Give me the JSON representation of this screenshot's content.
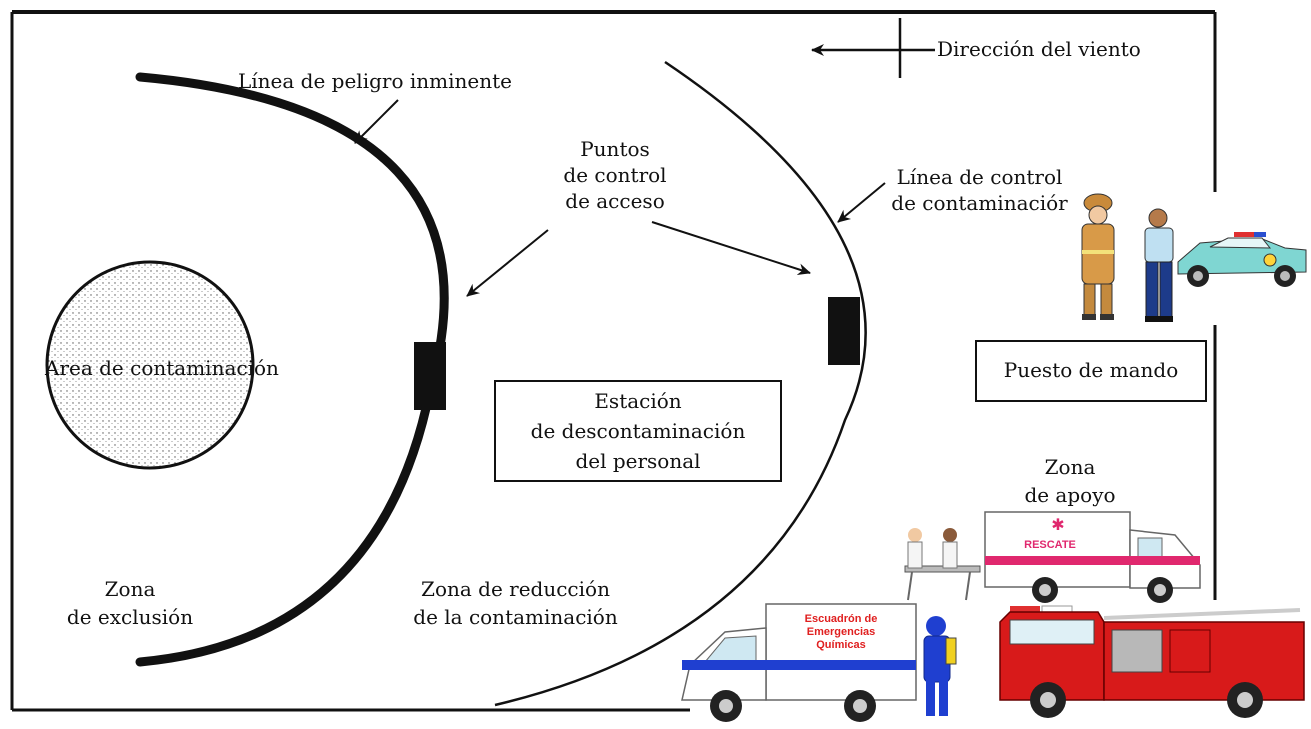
{
  "labels": {
    "wind_direction": "Dirección del viento",
    "imminent_danger_line": "Línea de peligro inminente",
    "access_points": [
      "Puntos",
      "de control",
      "de acceso"
    ],
    "contamination_control_line": [
      "Línea de control",
      "de contaminaciór"
    ],
    "contamination_area": "Area de contaminación",
    "command_post": "Puesto de mando",
    "decon_station": [
      "Estación",
      "de descontaminación",
      "del personal"
    ],
    "support_zone": [
      "Zona",
      "de apoyo"
    ],
    "exclusion_zone": [
      "Zona",
      "de exclusión"
    ],
    "reduction_zone": [
      "Zona de reducción",
      "de la contaminación"
    ]
  },
  "vehicles": {
    "rescue_ambulance_text": "RESCATE",
    "hazmat_truck_text": [
      "Escuadrón de",
      "Emergencias",
      "Químicas"
    ]
  },
  "colors": {
    "line": "#111111",
    "fire_truck": "#d81a1a",
    "ambulance_stripe_red": "#e0286e",
    "hazmat_stripe_blue": "#1f3fd0",
    "police_car": "#7fd6d2",
    "firefighter": "#c98a3a"
  }
}
